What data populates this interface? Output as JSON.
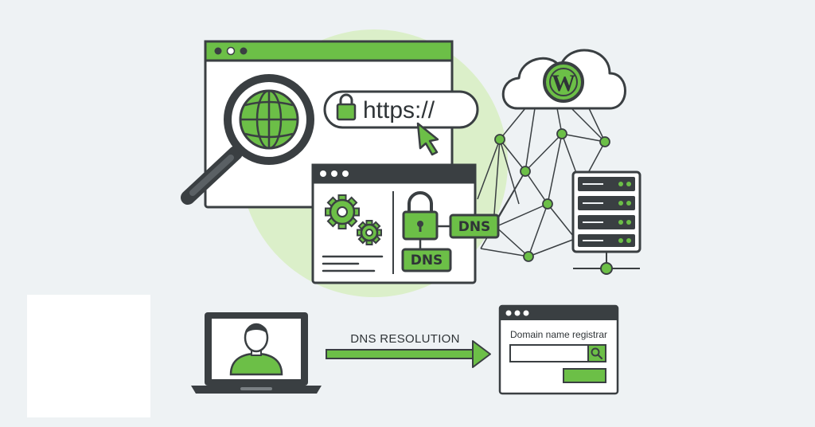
{
  "url_bar": {
    "text": "https://"
  },
  "dns_labels": {
    "primary": "DNS",
    "secondary": "DNS"
  },
  "flow": {
    "arrow_label": "DNS RESOLUTION"
  },
  "registrar": {
    "title": "Domain name registrar"
  },
  "wordpress": {
    "glyph": "W"
  },
  "icons": [
    "magnifier-icon",
    "globe-icon",
    "padlock-icon",
    "cursor-arrow-icon",
    "gear-icon",
    "cloud-icon",
    "wordpress-logo-icon",
    "server-icon",
    "user-icon",
    "laptop-icon",
    "search-icon"
  ],
  "colors": {
    "accent": "#6cbf47",
    "dark": "#3a3f42",
    "light_bg": "#eef2f4",
    "halo": "#dbefc9"
  }
}
